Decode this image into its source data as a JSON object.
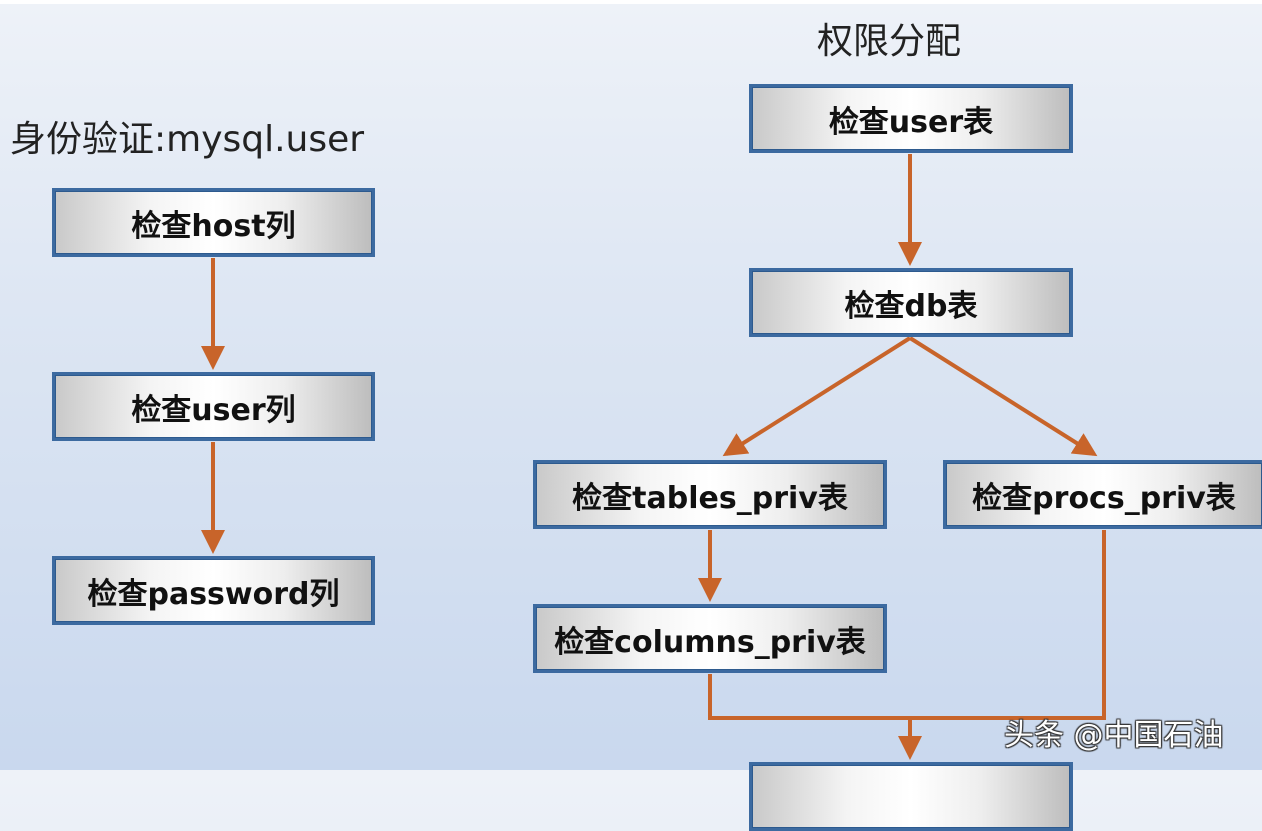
{
  "colors": {
    "arrow": "#c8642a",
    "box_border": "#3c6aa0"
  },
  "auth": {
    "title": "身份验证:mysql.user",
    "steps": [
      "检查host列",
      "检查user列",
      "检查password列"
    ]
  },
  "privilege": {
    "title": "权限分配",
    "steps": {
      "user_table": "检查user表",
      "db_table": "检查db表",
      "tables_priv": "检查tables_priv表",
      "procs_priv": "检查procs_priv表",
      "columns_priv": "检查columns_priv表"
    }
  },
  "watermark": "头条 @中国石油"
}
